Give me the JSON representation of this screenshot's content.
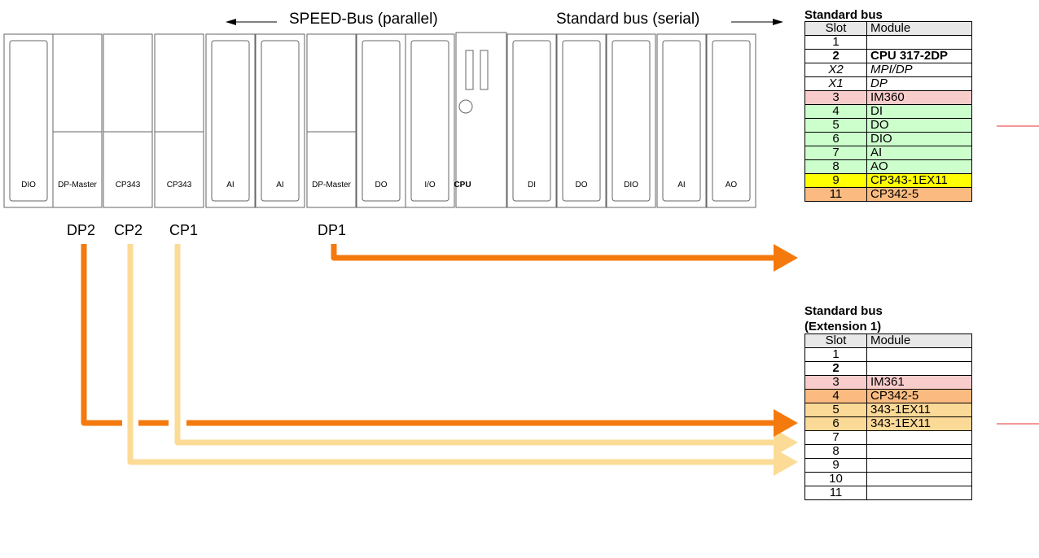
{
  "bus_labels": {
    "speed_bus": "SPEED-Bus (parallel)",
    "standard_bus_serial": "Standard bus (serial)"
  },
  "modules": [
    "DIO",
    "DP-Master",
    "CP343",
    "CP343",
    "AI",
    "AI",
    "DP-Master",
    "DO",
    "I/O",
    "CPU",
    "DI",
    "DO",
    "DIO",
    "AI",
    "AO"
  ],
  "connections": [
    "DP2",
    "CP2",
    "CP1",
    "DP1"
  ],
  "colors": {
    "pink": "#f9cccc",
    "green": "#ccffcc",
    "yellow": "#ffff00",
    "orange": "#fbbb80",
    "light_orange": "#fbd997",
    "arrow_orange": "#f47a0d",
    "arrow_light": "#fbdb96",
    "im_line": "#e53333"
  },
  "table1": {
    "title": "Standard bus",
    "header": {
      "slot": "Slot",
      "module": "Module"
    },
    "rows": [
      {
        "slot": "1",
        "module": "",
        "style": ""
      },
      {
        "slot": "2",
        "module": "CPU 317-2DP",
        "style": "bold"
      },
      {
        "slot": "X2",
        "module": "MPI/DP",
        "style": "italic"
      },
      {
        "slot": "X1",
        "module": "DP",
        "style": "italic"
      },
      {
        "slot": "3",
        "module": "IM360",
        "style": "",
        "color": "pink"
      },
      {
        "slot": "4",
        "module": "DI",
        "style": "",
        "color": "green"
      },
      {
        "slot": "5",
        "module": "DO",
        "style": "",
        "color": "green"
      },
      {
        "slot": "6",
        "module": "DIO",
        "style": "",
        "color": "green"
      },
      {
        "slot": "7",
        "module": "AI",
        "style": "",
        "color": "green"
      },
      {
        "slot": "8",
        "module": "AO",
        "style": "",
        "color": "green"
      },
      {
        "slot": "9",
        "module": "CP343-1EX11",
        "style": "",
        "color": "yellow"
      },
      {
        "slot": "11",
        "module": "CP342-5",
        "style": "",
        "color": "orange"
      }
    ]
  },
  "table2": {
    "title_line1": "Standard bus",
    "title_line2": "(Extension 1)",
    "header": {
      "slot": "Slot",
      "module": "Module"
    },
    "rows": [
      {
        "slot": "1",
        "module": "",
        "style": ""
      },
      {
        "slot": "2",
        "module": "",
        "style": "bold"
      },
      {
        "slot": "3",
        "module": "IM361",
        "style": "",
        "color": "pink"
      },
      {
        "slot": "4",
        "module": "CP342-5",
        "style": "",
        "color": "orange"
      },
      {
        "slot": "5",
        "module": "343-1EX11",
        "style": "",
        "color": "light_orange"
      },
      {
        "slot": "6",
        "module": "343-1EX11",
        "style": "",
        "color": "light_orange"
      },
      {
        "slot": "7",
        "module": "",
        "style": ""
      },
      {
        "slot": "8",
        "module": "",
        "style": ""
      },
      {
        "slot": "9",
        "module": "",
        "style": ""
      },
      {
        "slot": "10",
        "module": "",
        "style": ""
      },
      {
        "slot": "11",
        "module": "",
        "style": ""
      }
    ]
  }
}
